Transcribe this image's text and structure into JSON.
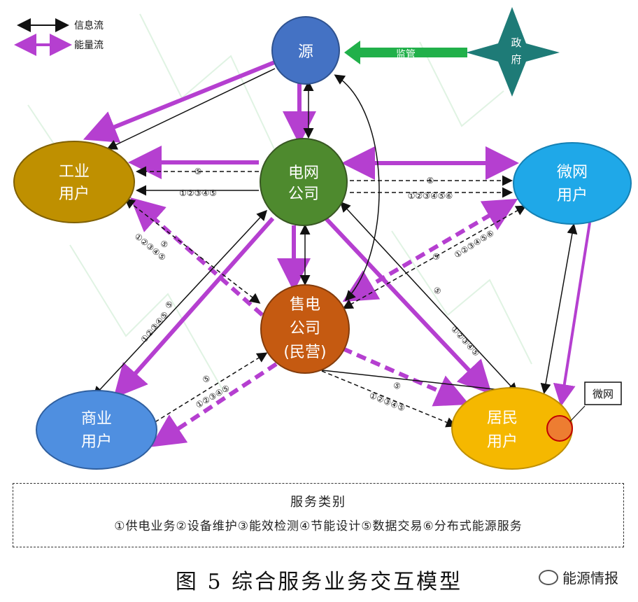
{
  "legend": {
    "info_flow": "信息流",
    "energy_flow": "能量流"
  },
  "nodes": {
    "source": "源",
    "government": "政府",
    "grid_company": [
      "电网",
      "公司"
    ],
    "industrial": [
      "工业",
      "用户"
    ],
    "microgrid_user": [
      "微网",
      "用户"
    ],
    "retail_company": [
      "售电",
      "公司",
      "(民营)"
    ],
    "commercial": [
      "商业",
      "用户"
    ],
    "resident": [
      "居民",
      "用户"
    ],
    "microgrid_callout": "微网"
  },
  "edges": {
    "supervision": "监管",
    "grid_industrial_energy": "⑤",
    "grid_industrial_info": "①②③④⑤",
    "grid_micro_energy": "⑤",
    "grid_micro_info": "①②③④⑤⑥",
    "retail_industrial_a": "⑤",
    "retail_industrial_b": "①②③④⑤",
    "grid_commercial_a": "⑤",
    "grid_commercial_b": "①②③④⑤",
    "retail_micro_a": "⑤",
    "retail_micro_b": "①②③④⑤⑥",
    "grid_resident_a": "⑤",
    "grid_resident_b": "①②③④⑤",
    "retail_commercial_a": "⑤",
    "retail_commercial_b": "①②③④⑤",
    "retail_resident_a": "⑤",
    "retail_resident_b": "①②③④⑤"
  },
  "services": {
    "title": "服务类别",
    "items": "①供电业务②设备维护③能效检测④节能设计⑤数据交易⑥分布式能源服务"
  },
  "caption": "图 5 综合服务业务交互模型",
  "watermark": "能源情报",
  "colors": {
    "energy": "#b53fd0",
    "info": "#111111",
    "source": "#4472c4",
    "government": "#1e7b77",
    "grid": "#4e8a2e",
    "industrial": "#bf9000",
    "microgrid": "#1fa8e8",
    "retail": "#c55a11",
    "commercial": "#4f8fe0",
    "resident": "#f5b800",
    "supervision": "#21b04a"
  }
}
